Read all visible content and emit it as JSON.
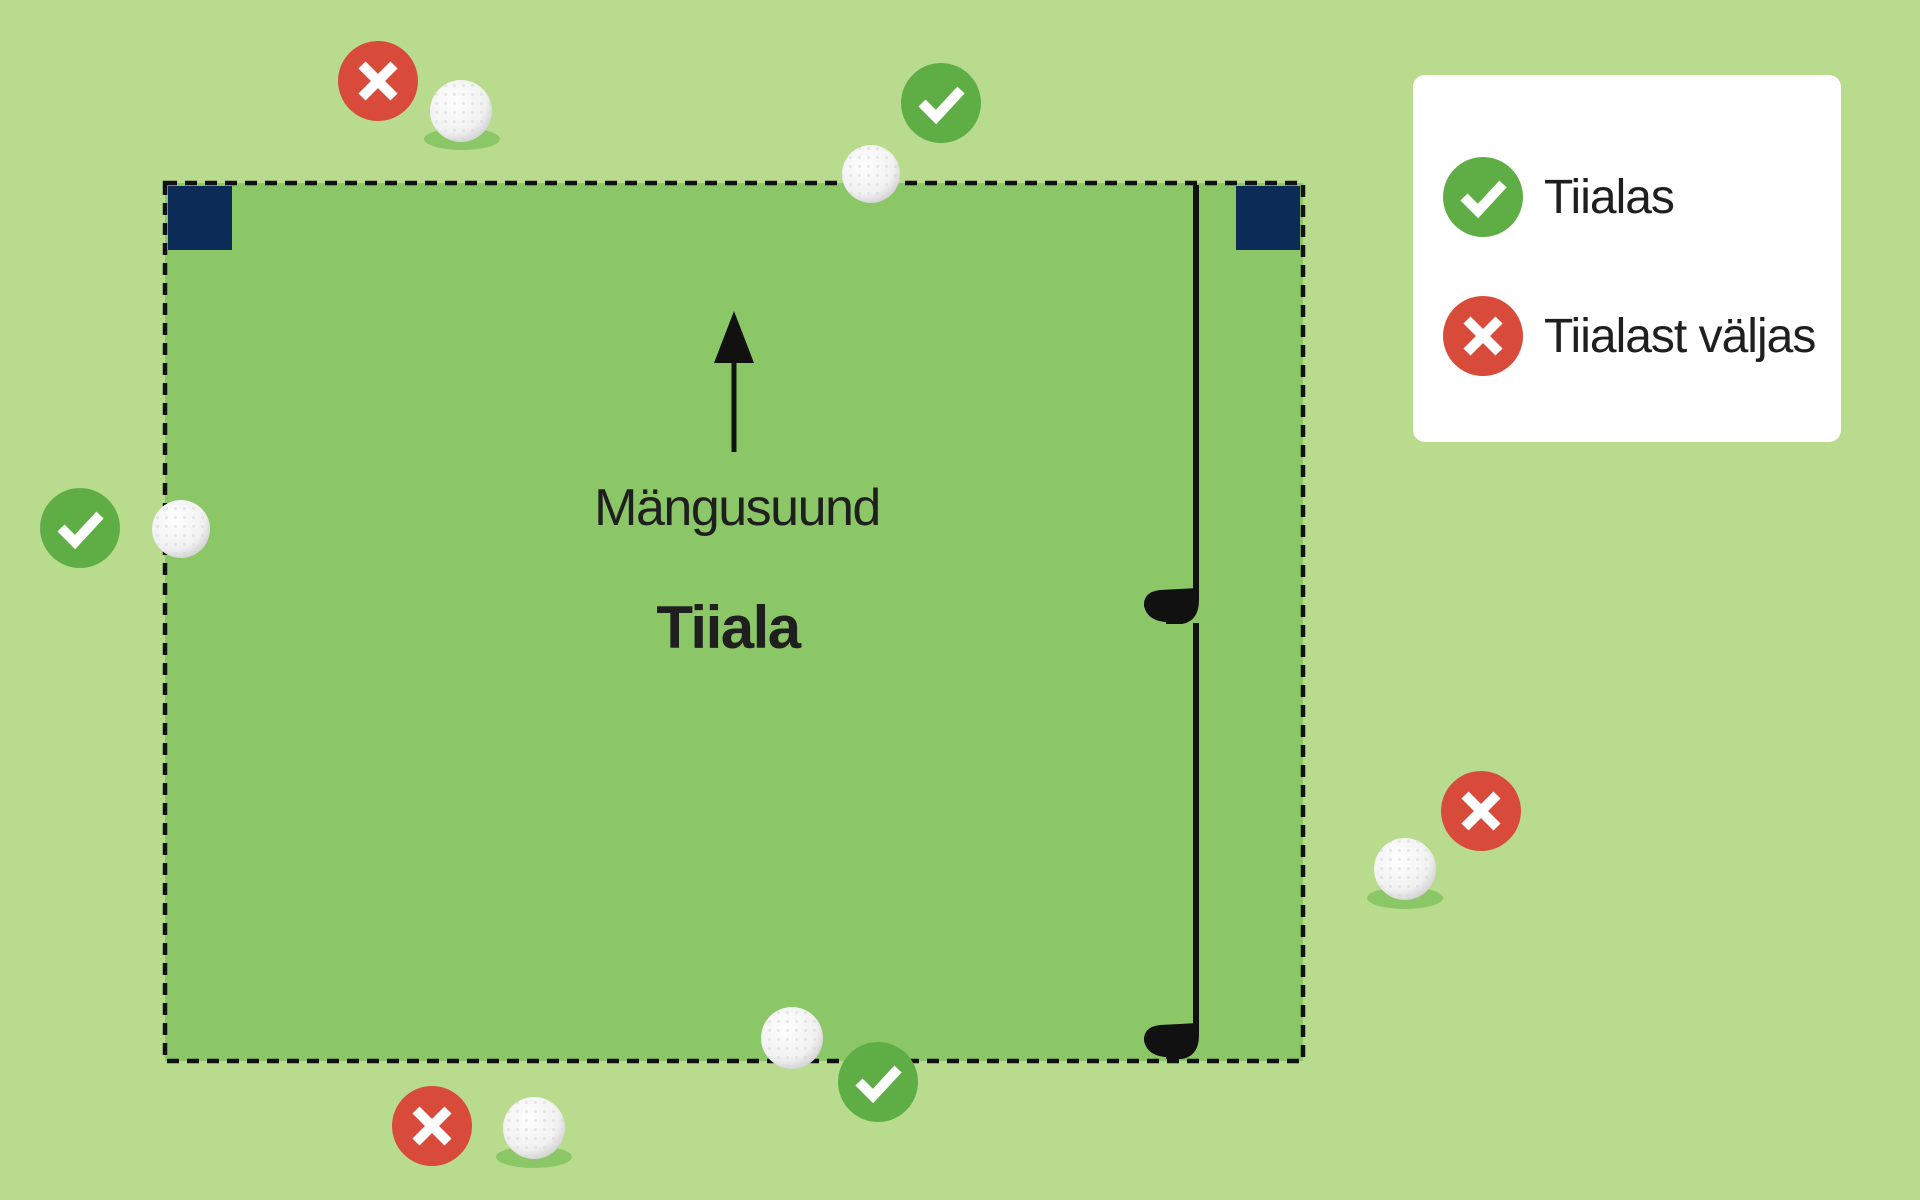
{
  "diagram": {
    "direction_label": "Mängusuund",
    "area_label": "Tiiala"
  },
  "legend": {
    "items": [
      {
        "status": "in",
        "icon": "checkmark-icon",
        "label": "Tiialas"
      },
      {
        "status": "out",
        "icon": "cross-icon",
        "label": "Tiialast väljas"
      }
    ]
  },
  "colors": {
    "background": "#b9db8d",
    "teeing_area": "#8bc766",
    "tee_marker": "#0d2b57",
    "in_badge": "#5fae45",
    "out_badge": "#d84a3a",
    "boundary": "#111111"
  },
  "balls": [
    {
      "status": "out",
      "position": "above-top-edge-left"
    },
    {
      "status": "in",
      "position": "touching-top-edge"
    },
    {
      "status": "in",
      "position": "touching-left-edge"
    },
    {
      "status": "out",
      "position": "right-of-right-edge"
    },
    {
      "status": "in",
      "position": "touching-bottom-edge"
    },
    {
      "status": "out",
      "position": "below-bottom-edge-left"
    }
  ]
}
